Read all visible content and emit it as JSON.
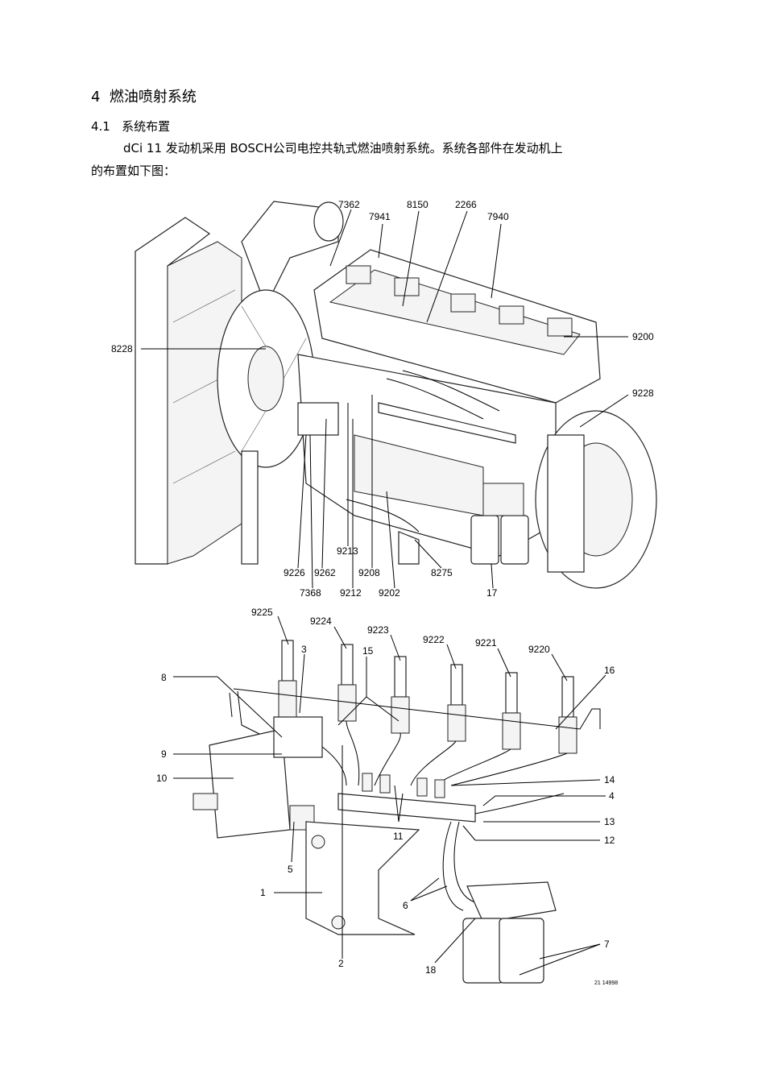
{
  "section": {
    "number": "4",
    "title": "燃油喷射系统"
  },
  "subsection": {
    "number": "4.1",
    "title": "系统布置"
  },
  "paragraph": {
    "line1": "dCi 11 发动机采用 BOSCH公司电控共轨式燃油喷射系统。系统各部件在发动机上",
    "line2": "的布置如下图："
  },
  "figure_top": {
    "labels": [
      "7362",
      "7941",
      "8150",
      "2266",
      "7940",
      "9200",
      "9228",
      "8228",
      "9226",
      "9262",
      "9213",
      "9208",
      "8275",
      "17",
      "7368",
      "9212",
      "9202"
    ]
  },
  "figure_bottom": {
    "labels": [
      "9225",
      "9224",
      "9223",
      "9222",
      "9221",
      "9220",
      "3",
      "15",
      "16",
      "8",
      "9",
      "10",
      "14",
      "4",
      "13",
      "12",
      "11",
      "5",
      "1",
      "6",
      "7",
      "18",
      "2"
    ],
    "code": "21 14998"
  }
}
